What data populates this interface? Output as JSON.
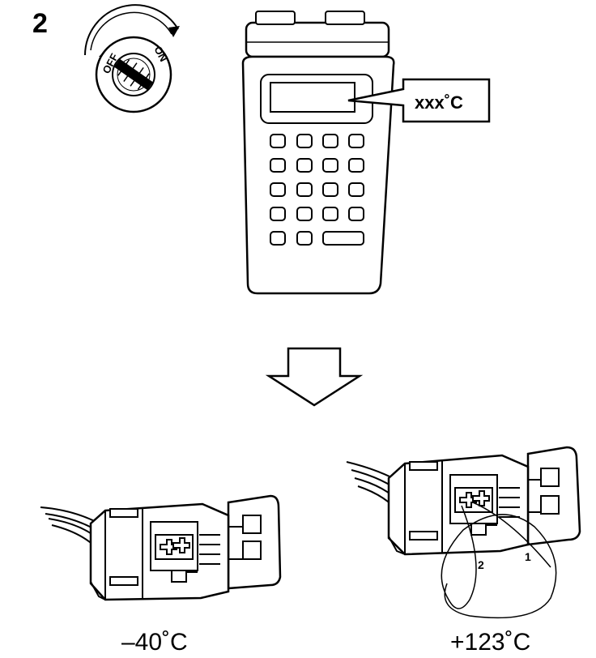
{
  "step_number": "2",
  "ignition_switch": {
    "off_label": "OFF",
    "on_label": "ON"
  },
  "tester": {
    "display_readout": "xxx˚C"
  },
  "connectors": {
    "left_caption": "–40˚C",
    "right_caption": "+123˚C",
    "jumper_terminal_2": "2",
    "jumper_terminal_1": "1"
  },
  "colors": {
    "line": "#000000",
    "background": "#ffffff"
  }
}
